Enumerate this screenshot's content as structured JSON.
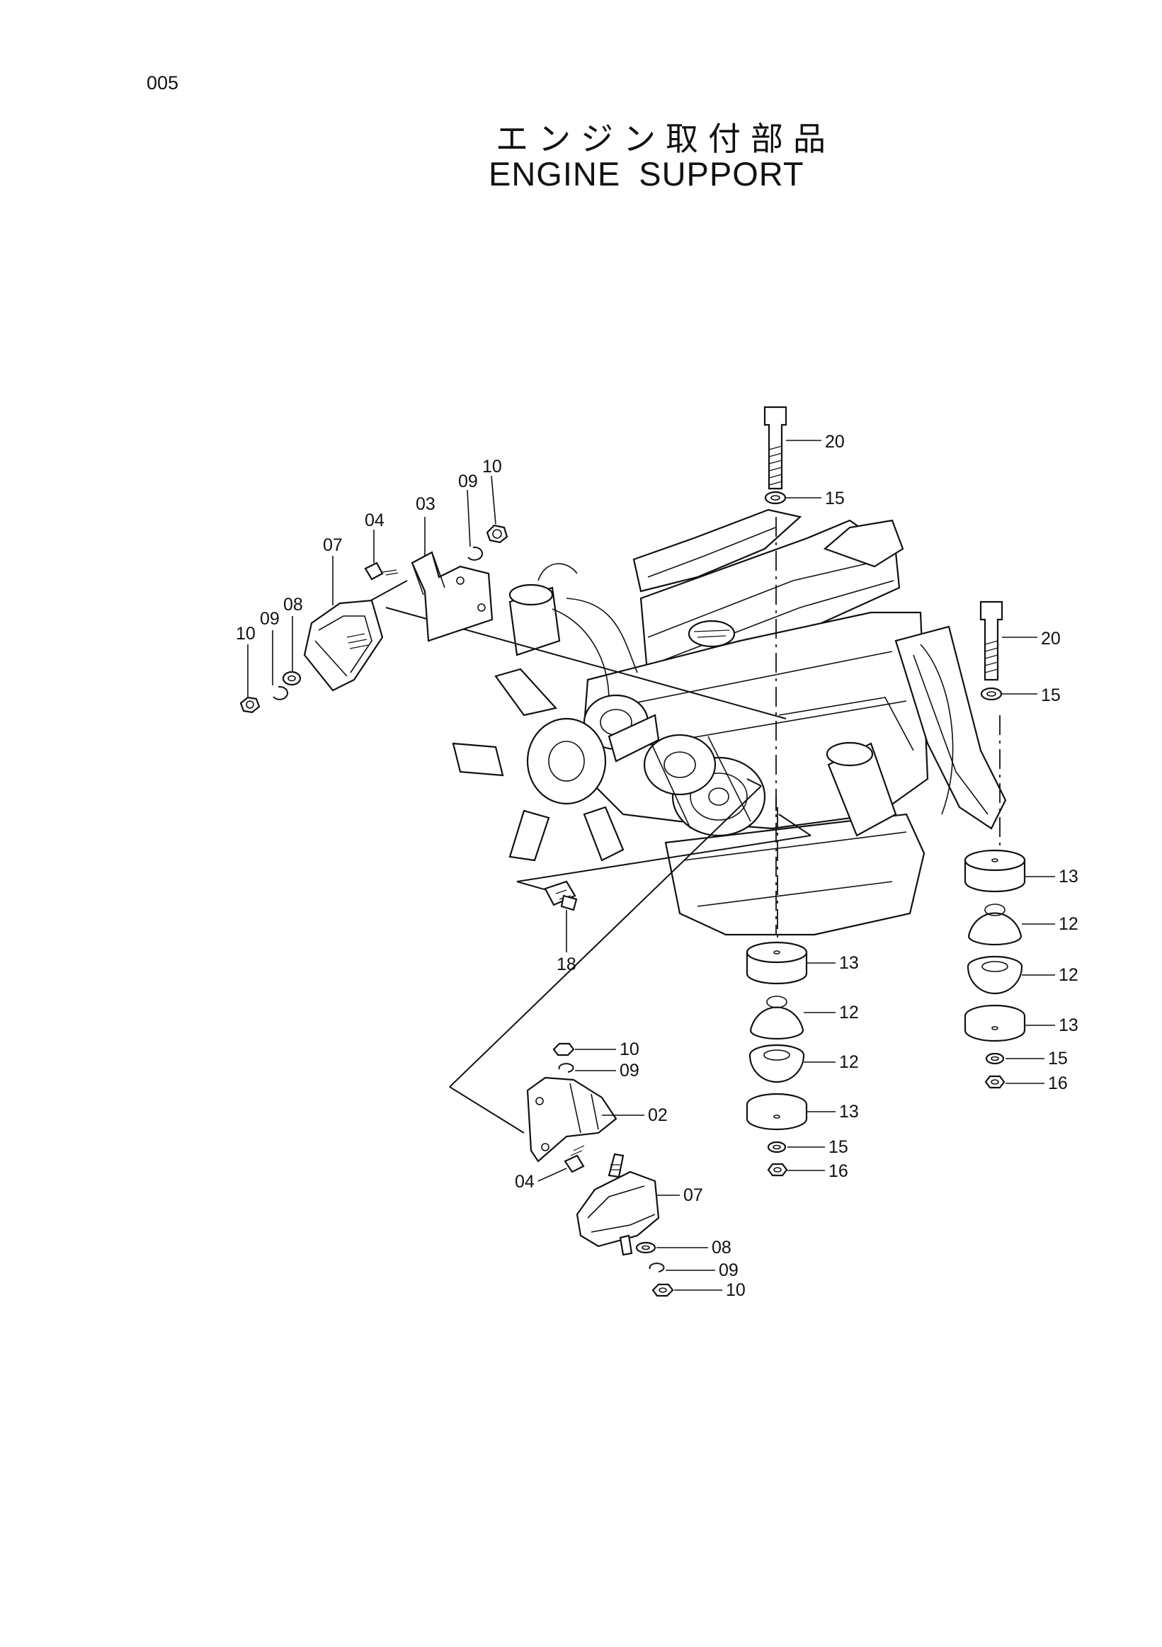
{
  "page_number": "005",
  "title_jp": "エンジン取付部品",
  "title_en": "ENGINE SUPPORT",
  "callouts": {
    "c20a": "20",
    "c15a": "15",
    "c20b": "20",
    "c15b": "15",
    "c10a": "10",
    "c09a": "09",
    "c03": "03",
    "c04a": "04",
    "c07a": "07",
    "c08a": "08",
    "c09b": "09",
    "c10b": "10",
    "c18": "18",
    "c13a": "13",
    "c12a": "12",
    "c12b": "12",
    "c13b": "13",
    "c13c": "13",
    "c12c": "12",
    "c12d": "12",
    "c13d": "13",
    "c15c": "15",
    "c16a": "16",
    "c15d": "15",
    "c16b": "16",
    "c10c": "10",
    "c09c": "09",
    "c02": "02",
    "c04b": "04",
    "c07b": "07",
    "c08b": "08",
    "c09d": "09",
    "c10d": "10"
  }
}
